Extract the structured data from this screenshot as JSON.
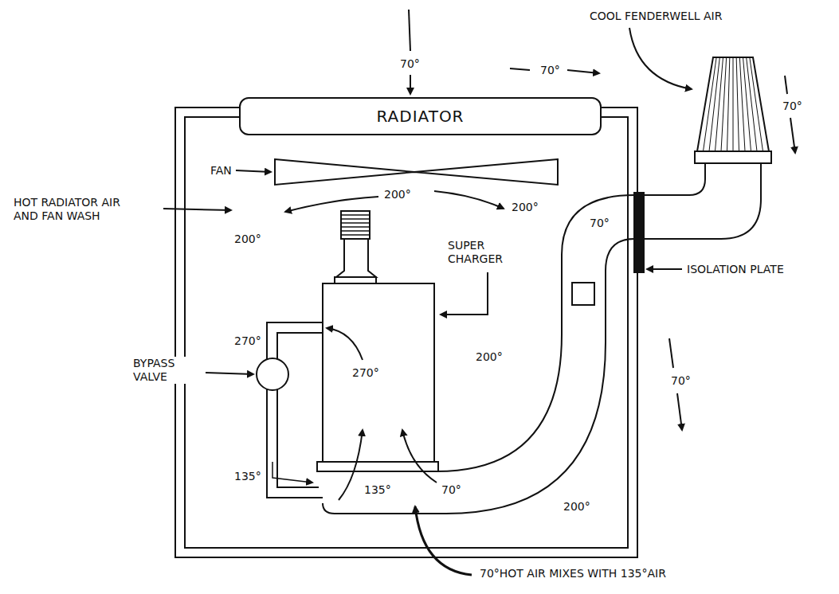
{
  "diagram": {
    "nodes": [
      {
        "text": [
          "RADIATOR"
        ]
      }
    ],
    "labels": [
      "70°",
      "COOL FENDERWELL AIR",
      "70°",
      "70°",
      "FAN",
      "200°",
      "HOT RADIATOR AIR AND FAN WASH",
      "200°",
      "200°",
      "SUPER CHARGER",
      "70°",
      "ISOLATION PLATE",
      "270°",
      "270°",
      "BYPASS VALVE",
      "200°",
      "70°",
      "135°",
      "135°",
      "70°",
      "200°",
      "70°HOT AIR MIXES WITH 135°AIR"
    ]
  }
}
